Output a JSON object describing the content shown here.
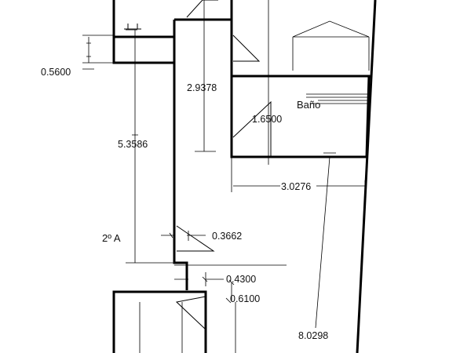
{
  "plan": {
    "rooms": {
      "bathroom": "Baño",
      "second_a": "2º A"
    },
    "dimensions": {
      "d_0_5600": "0.5600",
      "d_2_9378": "2.9378",
      "d_1_6500": "1.6500",
      "d_5_3586": "5.3586",
      "d_3_0276": "3.0276",
      "d_0_3662": "0.3662",
      "d_0_4300": "0.4300",
      "d_0_6100": "0.6100",
      "d_8_0298": "8.0298"
    }
  }
}
